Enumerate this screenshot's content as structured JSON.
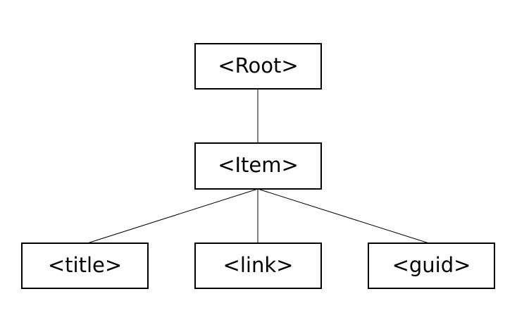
{
  "diagram": {
    "nodes": {
      "root": {
        "label": "<Root>"
      },
      "item": {
        "label": "<Item>"
      },
      "title": {
        "label": "<title>"
      },
      "link": {
        "label": "<link>"
      },
      "guid": {
        "label": "<guid>"
      }
    },
    "edges": [
      {
        "from": "root",
        "to": "item"
      },
      {
        "from": "item",
        "to": "title"
      },
      {
        "from": "item",
        "to": "link"
      },
      {
        "from": "item",
        "to": "guid"
      }
    ],
    "colors": {
      "stroke": "#000000",
      "fill": "#ffffff",
      "text": "#000000"
    }
  }
}
